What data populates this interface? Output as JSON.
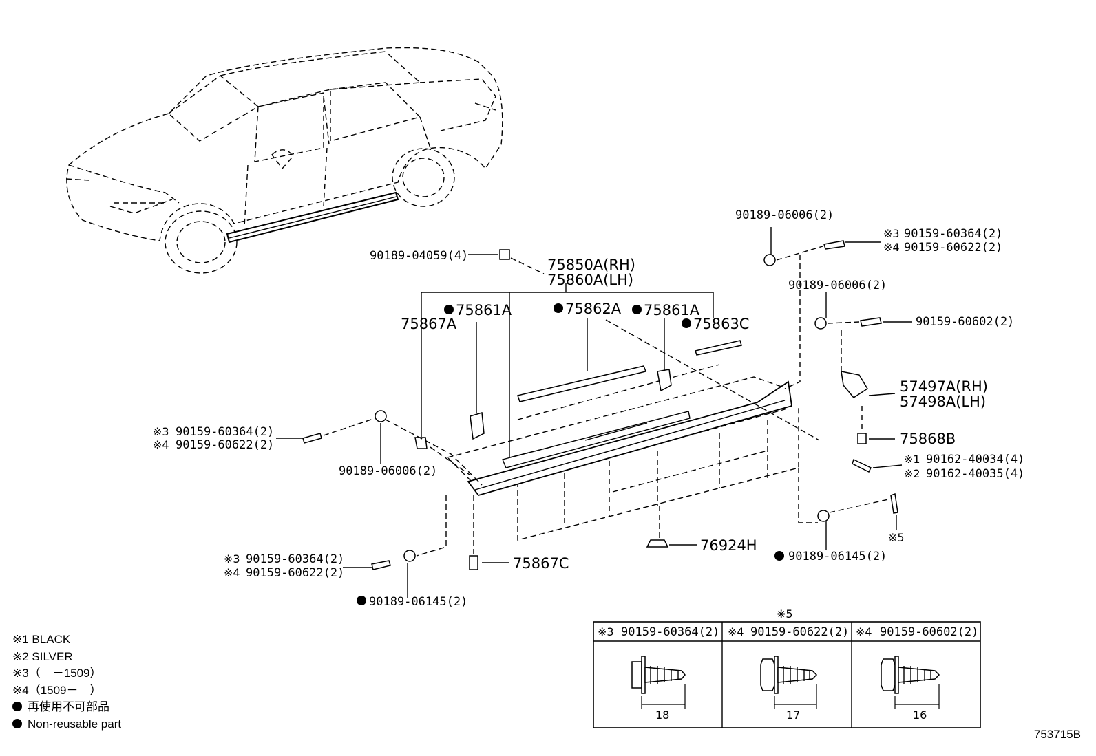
{
  "labels": {
    "clip_04059": "90189-04059(4)",
    "moulding_rh": "75850A(RH)",
    "moulding_lh": "75860A(LH)",
    "retainer_75867a": "75867A",
    "pad_75861a_left": "75861A",
    "strip_75862a": "75862A",
    "pad_75861a_right": "75861A",
    "strip_75863c": "75863C",
    "nut_top_right": "90189-06006(2)",
    "screw_top_right_3": "90159-60364(2)",
    "screw_top_right_4": "90159-60622(2)",
    "nut_mid_right": "90189-06006(2)",
    "screw_mid_right": "90159-60602(2)",
    "bracket_rh": "57497A(RH)",
    "bracket_lh": "57498A(LH)",
    "clip_75868b": "75868B",
    "screw_black": "90162-40034(4)",
    "screw_silver": "90162-40035(4)",
    "ref_5": "※5",
    "nut_06145_right": "90189-06145(2)",
    "clip_76924h": "76924H",
    "clip_75867c": "75867C",
    "screw_left_3": "90159-60364(2)",
    "screw_left_4": "90159-60622(2)",
    "nut_left": "90189-06006(2)",
    "screw_bottom_3": "90159-60364(2)",
    "screw_bottom_4": "90159-60622(2)",
    "nut_06145_bottom": "90189-06145(2)",
    "mark_1": "※1",
    "mark_2": "※2",
    "mark_3": "※3",
    "mark_4": "※4"
  },
  "table": {
    "title": "※5",
    "columns": [
      {
        "mark": "※3",
        "part": "90159-60364(2)",
        "length": "18"
      },
      {
        "mark": "※4",
        "part": "90159-60622(2)",
        "length": "17"
      },
      {
        "mark": "※4",
        "part": "90159-60602(2)",
        "length": "16"
      }
    ]
  },
  "legend": {
    "items": [
      "※1 BLACK",
      "※2 SILVER",
      "※3（　－1509）",
      "※4（1509－　）"
    ],
    "bullet_items": [
      "再使用不可部品",
      "Non-reusable part"
    ]
  },
  "figure_id": "753715B"
}
